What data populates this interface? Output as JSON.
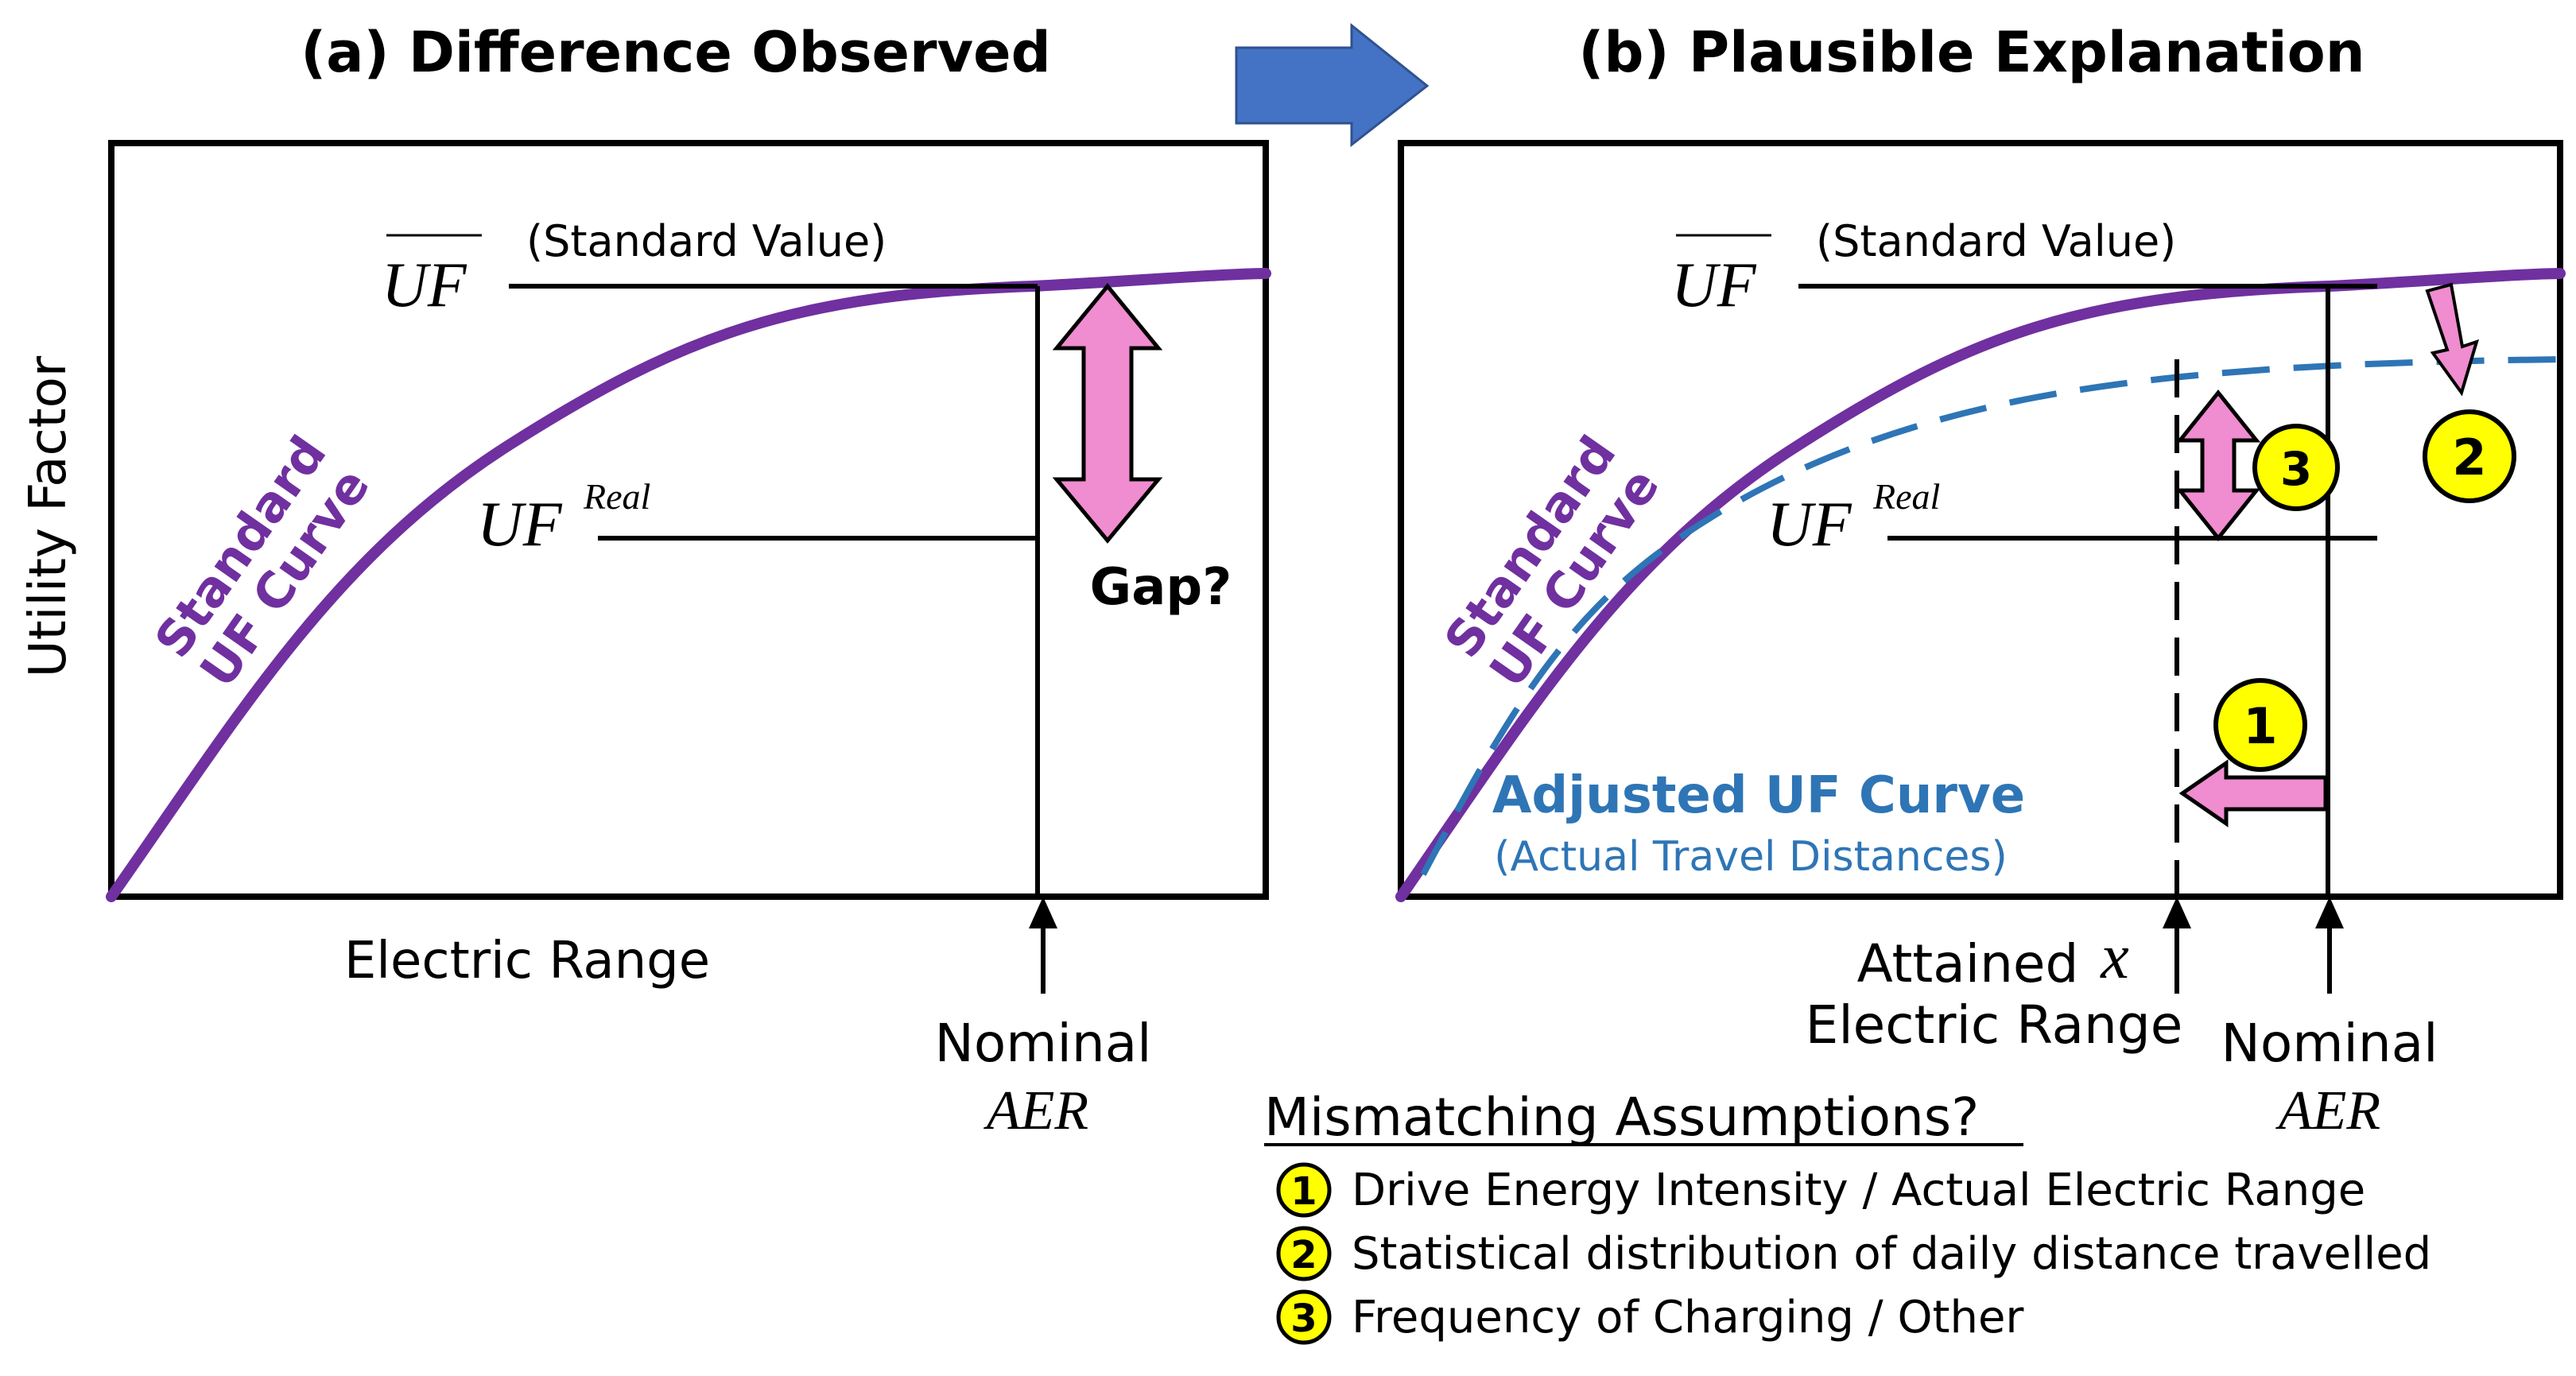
{
  "panel_a": {
    "title": "(a) Difference Observed",
    "uf_bar_label": "UF",
    "standard_value_label": "(Standard Value)",
    "uf_real_label": "UF",
    "uf_real_superscript": "Real",
    "curve_label_line1": "Standard",
    "curve_label_line2": "UF Curve",
    "gap_label": "Gap?",
    "y_axis_label": "Utility Factor",
    "x_axis_label": "Electric Range",
    "nominal_label": "Nominal",
    "aer_label": "AER"
  },
  "panel_b": {
    "title": "(b) Plausible Explanation",
    "uf_bar_label": "UF",
    "standard_value_label": "(Standard Value)",
    "uf_real_label": "UF",
    "uf_real_superscript": "Real",
    "curve_label_line1": "Standard",
    "curve_label_line2": "UF Curve",
    "adjusted_label": "Adjusted UF Curve",
    "adjusted_sublabel": "(Actual Travel Distances)",
    "x_symbol": "x",
    "attained_line1": "Attained",
    "attained_line2": "Electric Range",
    "nominal_label": "Nominal",
    "aer_label": "AER",
    "badges": [
      "1",
      "2",
      "3"
    ]
  },
  "legend": {
    "title": "Mismatching Assumptions?",
    "items": [
      {
        "num": "1",
        "text": "Drive Energy Intensity / Actual Electric Range"
      },
      {
        "num": "2",
        "text": "Statistical distribution of daily distance travelled"
      },
      {
        "num": "3",
        "text": "Frequency of Charging / Other"
      }
    ]
  },
  "colors": {
    "curve": "#7030A0",
    "adjusted": "#2E75B6",
    "arrow_fill": "#F08CD0",
    "badge": "#FFFF00",
    "block_arrow": "#4472C4"
  }
}
